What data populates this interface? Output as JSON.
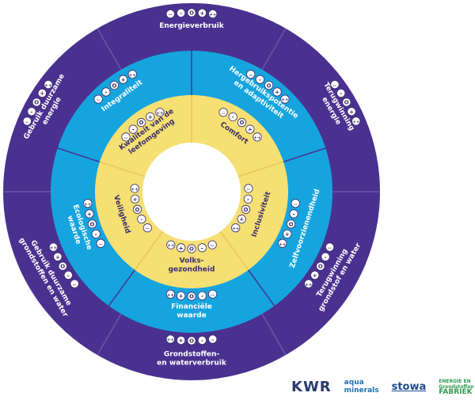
{
  "colors": {
    "outer": "#4a3190",
    "outer_divider": "#6a55a8",
    "middle": "#16a4df",
    "inner": "#f6df73",
    "inner_divider": "#e6c957",
    "center": "#ffffff",
    "symbol_bg": "#3a2f6b"
  },
  "scale_symbols": [
    "--",
    "-",
    "O",
    "+",
    "++"
  ],
  "outer_ring": [
    {
      "lines": [
        "Energieverbruik"
      ]
    },
    {
      "lines": [
        "Terugwinning",
        "energie"
      ]
    },
    {
      "lines": [
        "Terugwinning",
        "grondstof en water"
      ]
    },
    {
      "lines": [
        "Grondstoffen-",
        "en waterverbruik"
      ]
    },
    {
      "lines": [
        "Gebruik duurzame",
        "grondstoffen en water"
      ]
    },
    {
      "lines": [
        "Gebruik duurzame",
        "energie"
      ]
    }
  ],
  "middle_ring": [
    {
      "lines": [
        "Hergebruikspotentie",
        "en adaptiviteit"
      ]
    },
    {
      "lines": [
        "Zelfvoorzienendheid"
      ]
    },
    {
      "lines": [
        "Financiële",
        "waarde"
      ]
    },
    {
      "lines": [
        "Ecologische",
        "waarde"
      ]
    },
    {
      "lines": [
        "Integraliteit"
      ]
    }
  ],
  "inner_ring": [
    {
      "lines": [
        "Comfort"
      ]
    },
    {
      "lines": [
        "Inclusiviteit"
      ]
    },
    {
      "lines": [
        "Volks-",
        "gezondheid"
      ]
    },
    {
      "lines": [
        "Veiligheid"
      ]
    },
    {
      "lines": [
        "Kwaliteit van de",
        "leefomgeving"
      ]
    }
  ],
  "logos": {
    "kwr": "KWR",
    "aqua_top": "aqua",
    "aqua_bottom": "minerals",
    "stowa": "stowa",
    "efg_top": "ENERGIE EN",
    "efg_mid": "Grondstoffen",
    "efg_bottom": "FABRIEK"
  }
}
